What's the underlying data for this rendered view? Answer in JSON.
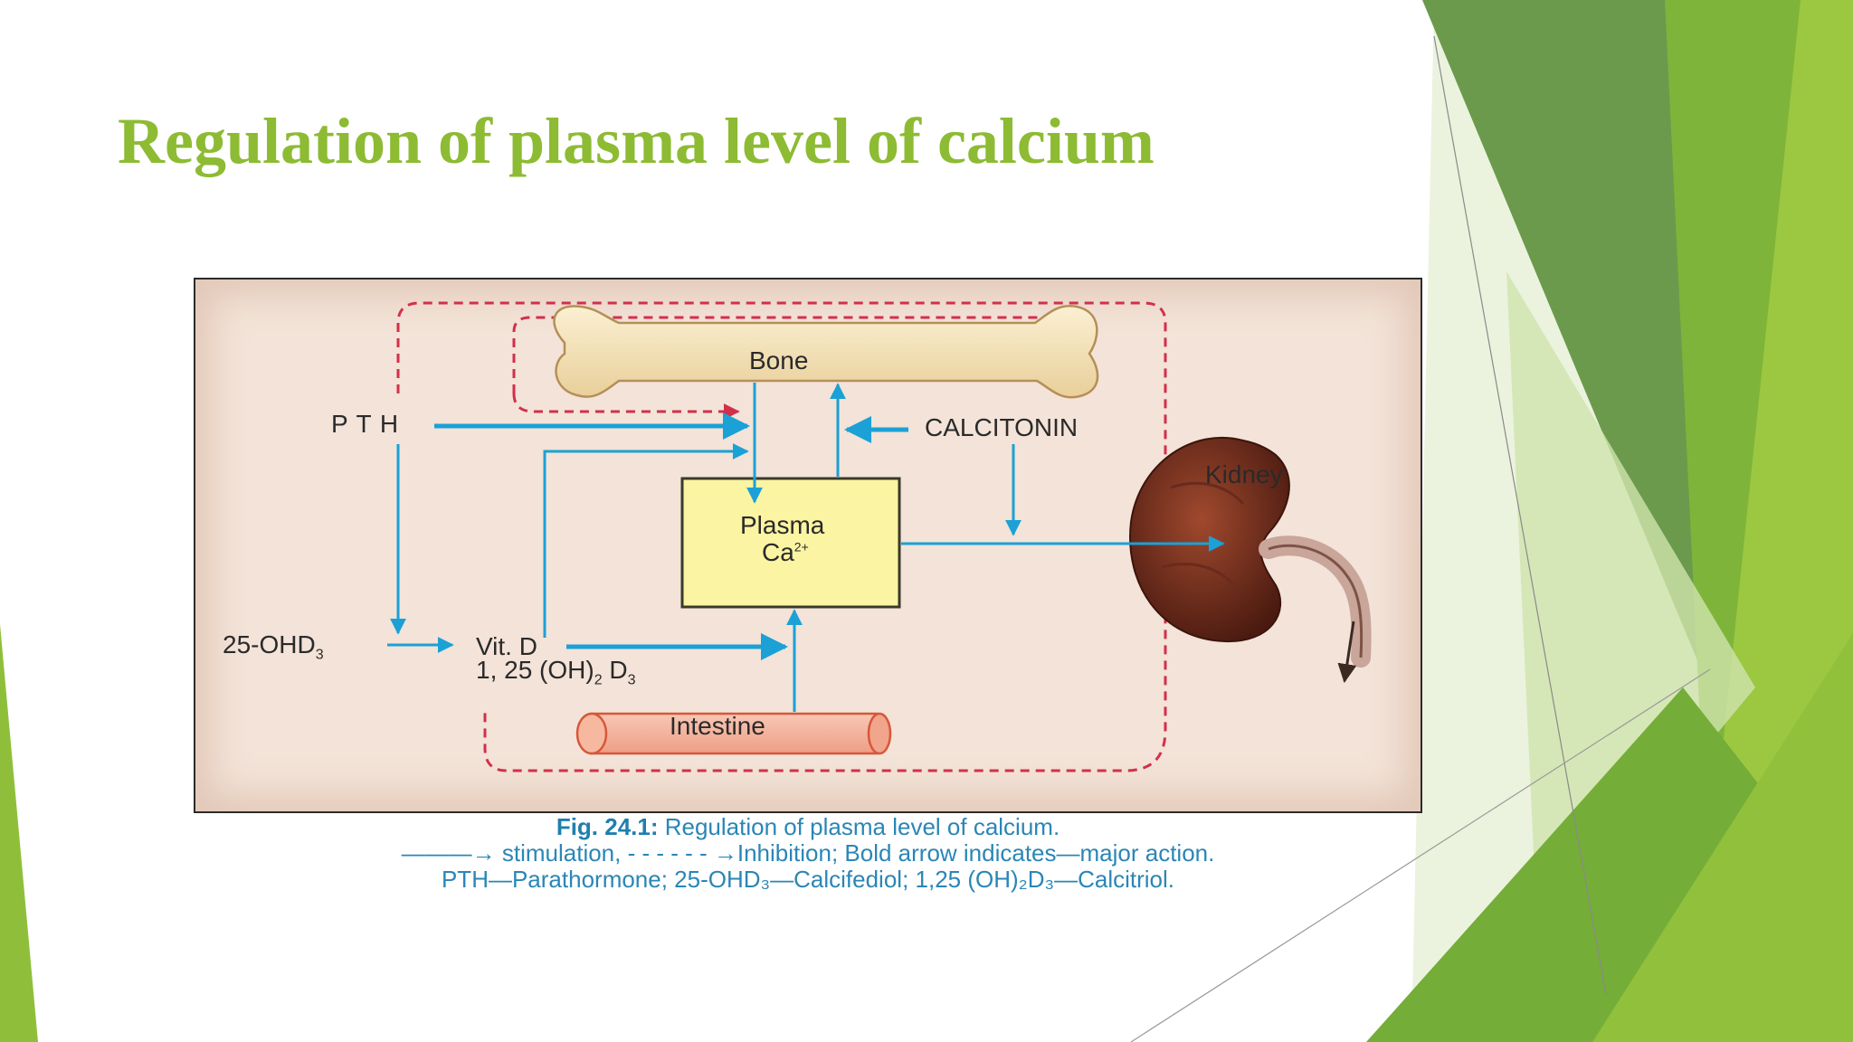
{
  "slide": {
    "title": "Regulation of plasma level of calcium"
  },
  "diagram": {
    "bone": "Bone",
    "pth": "P T H",
    "calcitonin": "CALCITONIN",
    "kidney": "Kidney",
    "plasma": "Plasma",
    "ca": "Ca",
    "ca_sup": "2+",
    "ohd3_main": "25-OHD",
    "ohd3_sub": "3",
    "vitd": "Vit. D",
    "oh2d3_a": "1, 25 (OH)",
    "oh2d3_sub1": "2",
    "oh2d3_b": " D",
    "oh2d3_sub2": "3",
    "intestine": "Intestine"
  },
  "caption": {
    "fig_label": "Fig. 24.1:",
    "fig_title": " Regulation of plasma level of calcium.",
    "line2": "———→ stimulation,  - - - - - - →Inhibition; Bold arrow indicates—major action.",
    "line3": "PTH—Parathormone; 25-OHD₃—Calcifediol; 1,25 (OH)₂D₃—Calcitriol."
  },
  "colors": {
    "title_green": "#8dbb33",
    "arrow_blue": "#1ba1d6",
    "inhibition_red": "#d2304a",
    "plasma_box": "#fbf4a2",
    "caption_blue": "#2a86b6"
  }
}
